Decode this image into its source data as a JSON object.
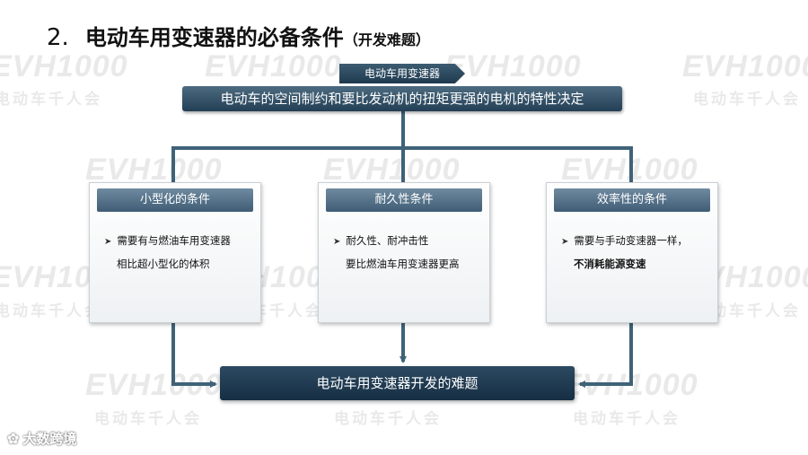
{
  "title": {
    "number": "2.",
    "main": "电动车用变速器的必备条件",
    "sub": "（开发难题）"
  },
  "watermark": {
    "text": "EVH1000",
    "sub": "电动车千人会"
  },
  "diagram": {
    "top_label": "电动车用变速器",
    "banner": "电动车的空间制约和要比发动机的扭矩更强的电机的特性决定",
    "cards": [
      {
        "heading": "小型化的条件",
        "line1": "需要有与燃油车用变速器",
        "line2": "相比超小型化的体积"
      },
      {
        "heading": "耐久性条件",
        "line1": "耐久性、耐冲击性",
        "line2": "要比燃油车用变速器更高"
      },
      {
        "heading": "效率性的条件",
        "line1": "需要与手动变速器一样，",
        "line2": "不消耗能源变速"
      }
    ],
    "result": "电动车用变速器开发的难题"
  },
  "brand": {
    "name": "大数跨境"
  },
  "colors": {
    "connector": "#3f6278",
    "dark_navy": "#162e43"
  }
}
